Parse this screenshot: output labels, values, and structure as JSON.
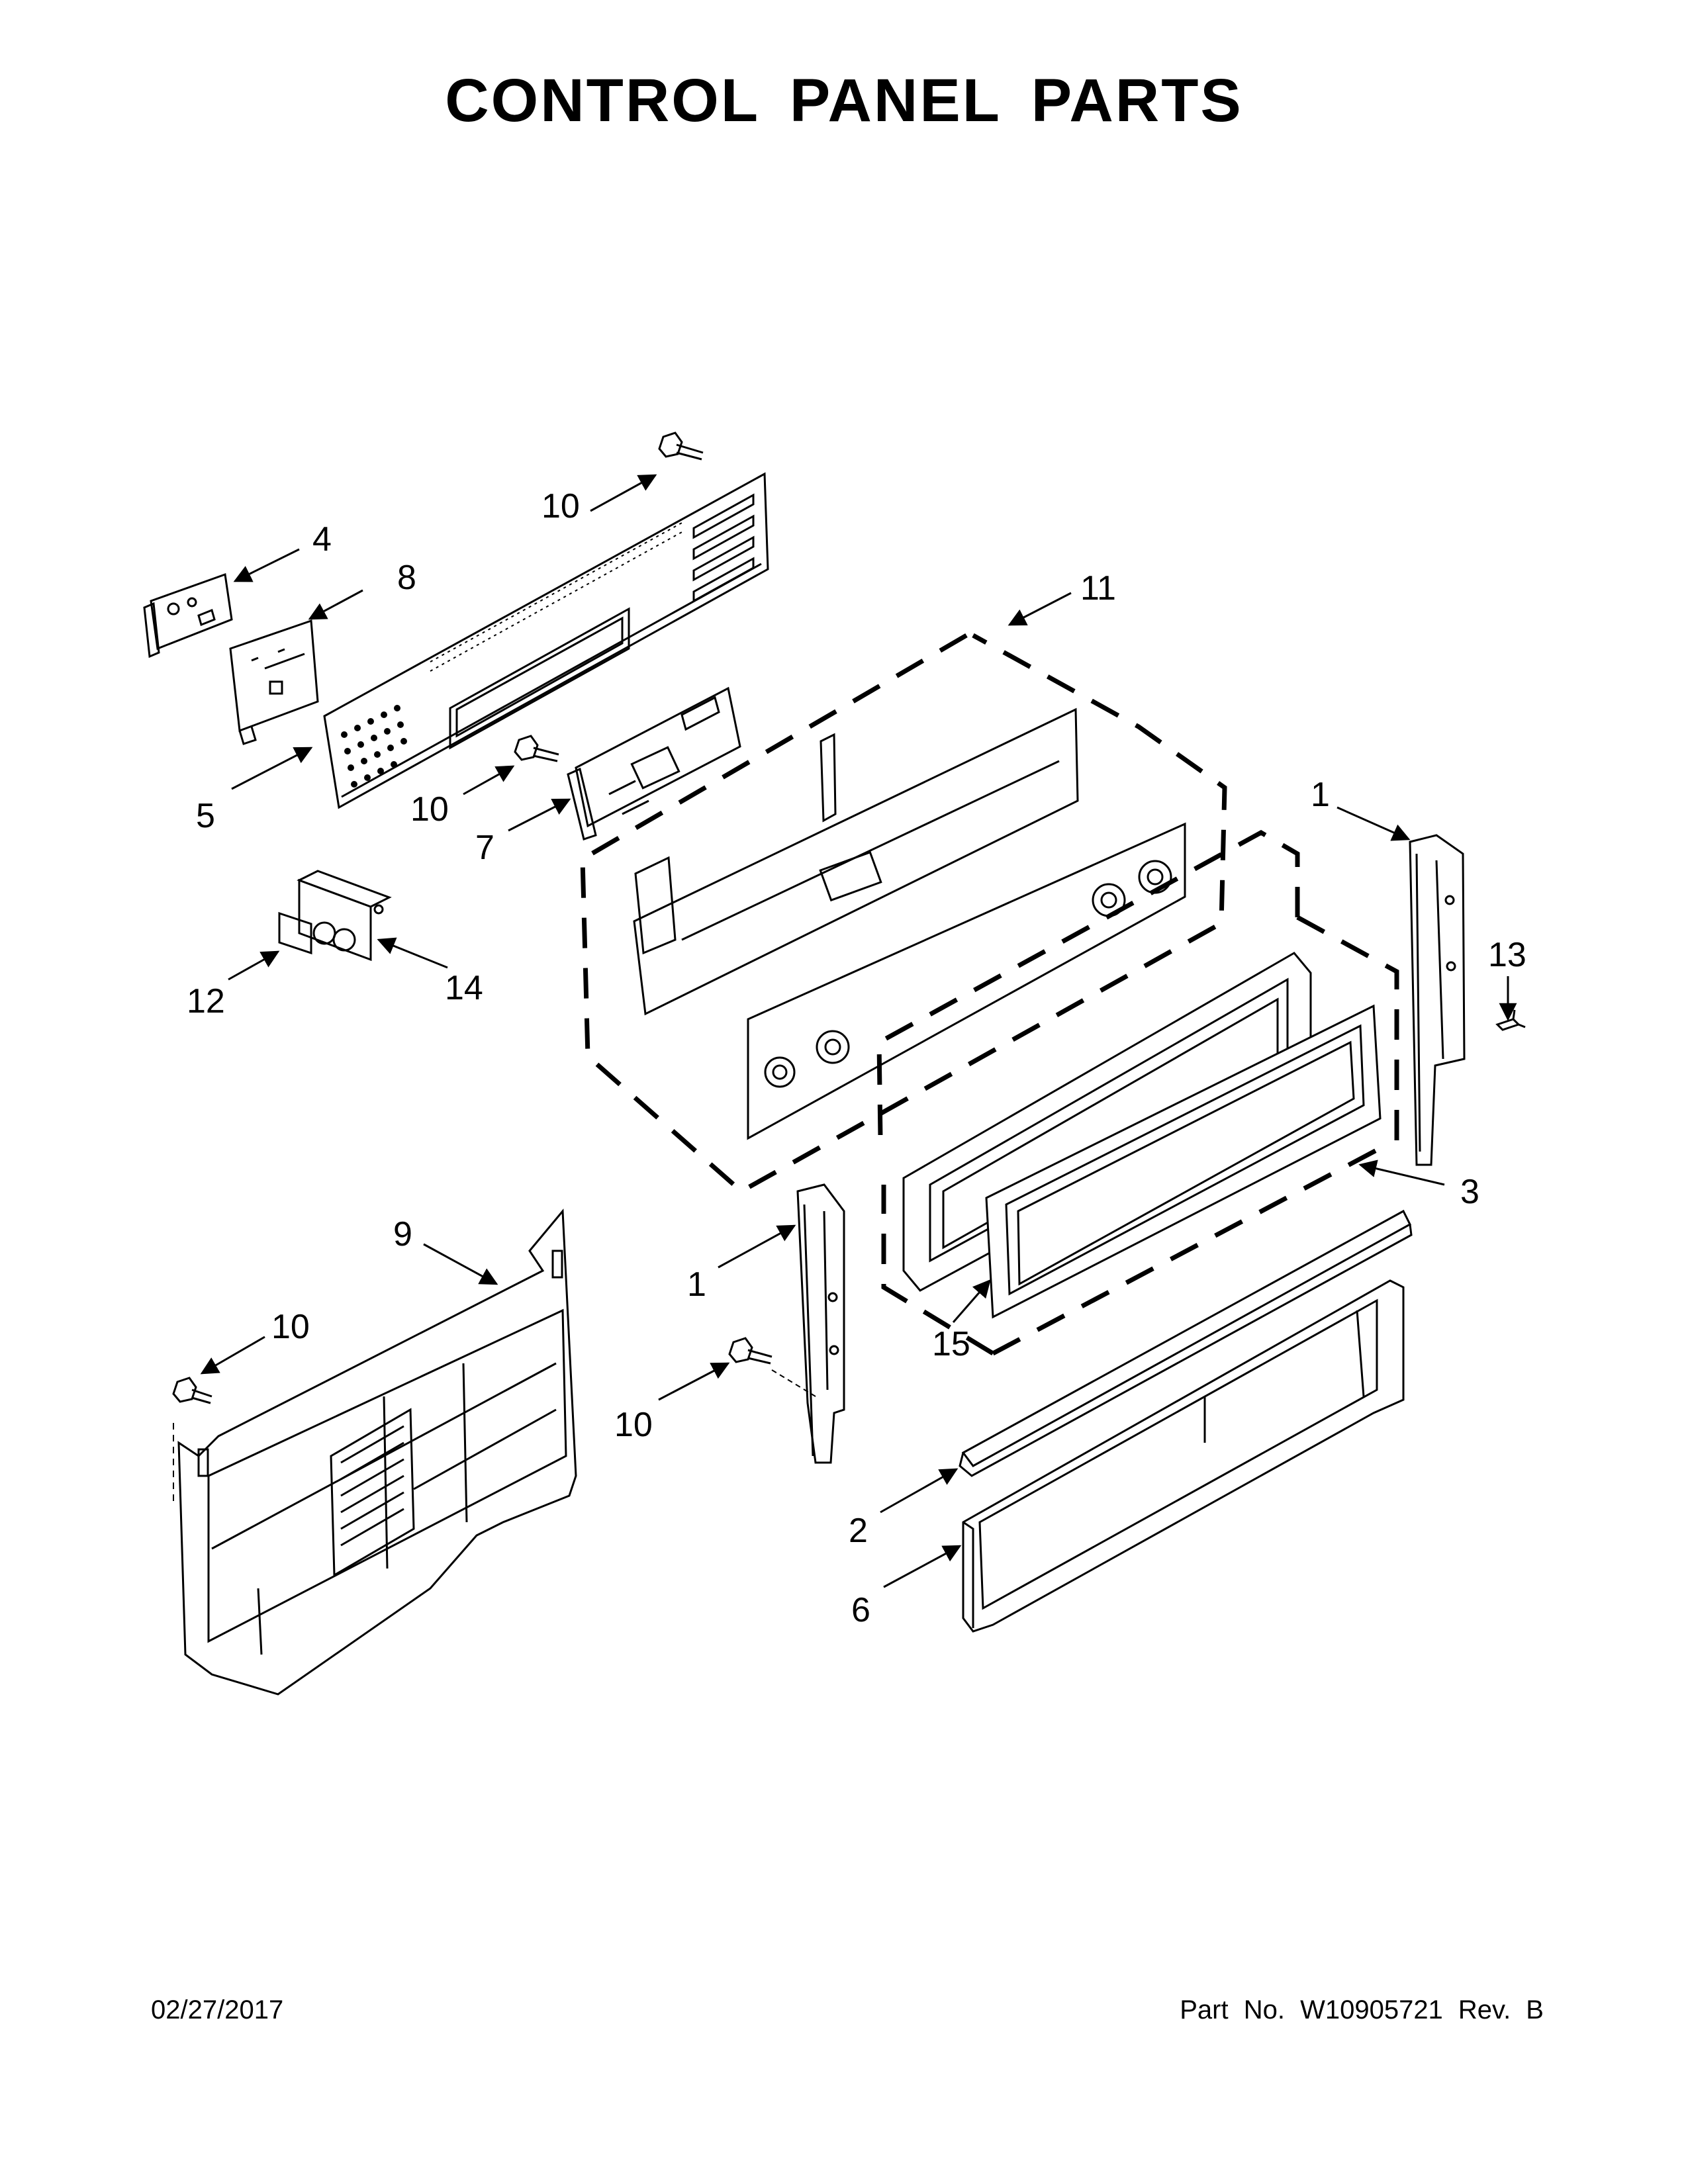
{
  "title": "CONTROL PANEL PARTS",
  "footer": {
    "date": "02/27/2017",
    "part_number": "Part No.  W10905721  Rev.  B"
  },
  "callouts": {
    "c10_top": "10",
    "c4": "4",
    "c8": "8",
    "c11": "11",
    "c5": "5",
    "c10_mid": "10",
    "c7": "7",
    "c1_right": "1",
    "c13": "13",
    "c12": "12",
    "c14": "14",
    "c3": "3",
    "c9": "9",
    "c1_mid": "1",
    "c15": "15",
    "c10_left": "10",
    "c10_bot": "10",
    "c2": "2",
    "c6": "6"
  }
}
